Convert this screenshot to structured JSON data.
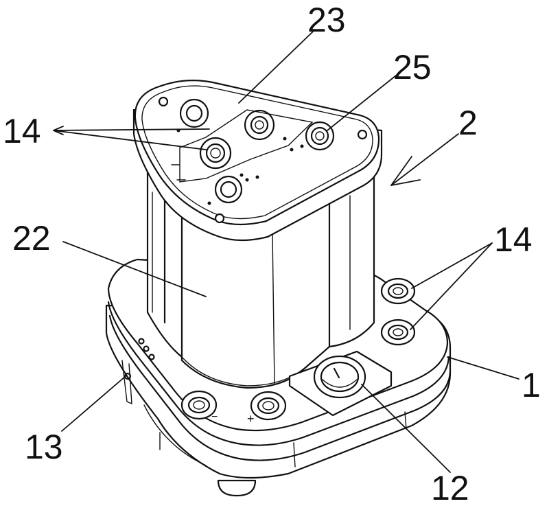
{
  "figure": {
    "reference_numerals": {
      "device": "1",
      "device_arrow": "2",
      "switch": "12",
      "side_port": "13",
      "sockets_top": "14",
      "sockets_right": "14",
      "housing": "22",
      "top_panel": "23",
      "top_socket": "25"
    },
    "panel_markings": {
      "minus": "−",
      "plus": "+"
    }
  }
}
